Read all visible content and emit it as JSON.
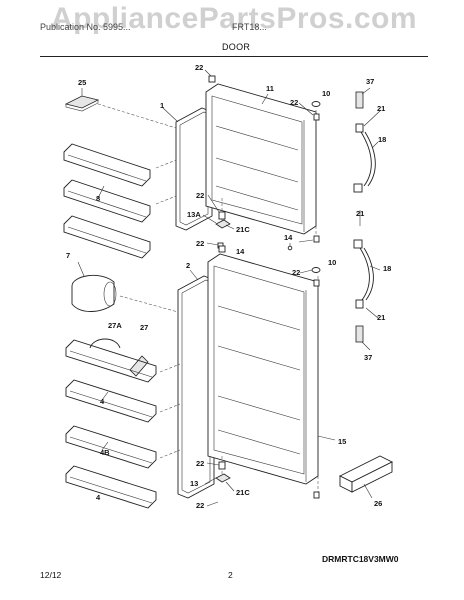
{
  "header": {
    "watermark": "AppliancePartsPros.com",
    "left_text": "Publication No. 5995...",
    "right_text": "FRT18...",
    "section": "DOOR"
  },
  "footer": {
    "model": "DRMRTC18V3MW0",
    "date": "12/12",
    "page": "2"
  },
  "callouts": [
    "22",
    "25",
    "11",
    "37",
    "1",
    "22",
    "10",
    "21",
    "18",
    "8",
    "22",
    "13A",
    "21C",
    "22",
    "14",
    "14",
    "21",
    "22",
    "10",
    "18",
    "7",
    "2",
    "27A",
    "27",
    "21",
    "37",
    "4",
    "4B",
    "15",
    "4",
    "22",
    "13",
    "21C",
    "22",
    "26"
  ]
}
